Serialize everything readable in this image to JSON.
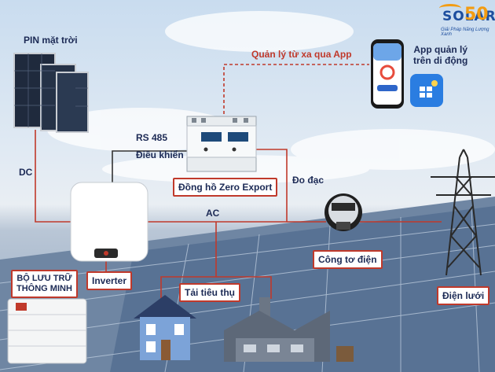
{
  "brand": {
    "word": "SOLAR",
    "number": "50",
    "tagline": "Giải Pháp Năng Lượng Xanh"
  },
  "labels": {
    "pv": "PIN mặt trời",
    "dc": "DC",
    "rs485": "RS 485",
    "control": "Điều khiển",
    "remote": "Quản lý từ xa qua App",
    "app_line1": "App quản lý",
    "app_line2": "trên di động",
    "meter_device": "Đồng hồ Zero Export",
    "measure": "Đo đạc",
    "ac": "AC",
    "power_meter": "Công tơ điện",
    "battery_line1": "BỘ LƯU TRỮ",
    "battery_line2": "THÔNG MINH",
    "inverter": "Inverter",
    "load": "Tải tiêu thụ",
    "grid": "Điện lưới"
  },
  "colors": {
    "wire": "#c0392b",
    "dark_wire": "#333333",
    "text": "#1c2a55"
  }
}
